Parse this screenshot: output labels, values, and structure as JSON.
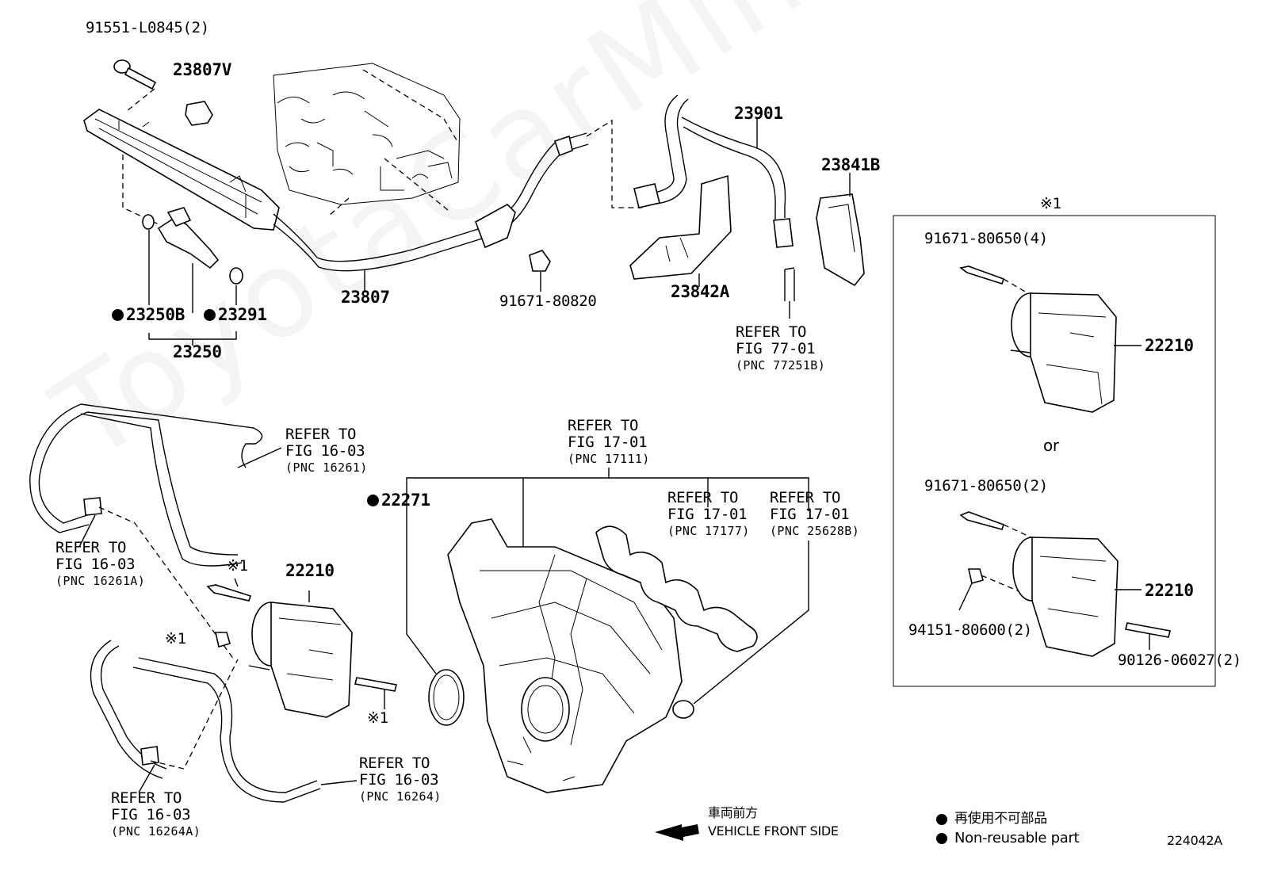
{
  "watermark": "ToyotaCarMine.ru",
  "labels": {
    "bolt_top": "91551-L0845(2)",
    "p23807V": "23807V",
    "p23901": "23901",
    "p23841B": "23841B",
    "p23842A": "23842A",
    "p23807": "23807",
    "bolt_rail": "91671-80820",
    "p23250B": "23250B",
    "p23291": "23291",
    "p23250": "23250",
    "p22271": "22271",
    "p22210_main": "22210",
    "p22210_box1": "22210",
    "p22210_box2": "22210",
    "box_bolt1": "91671-80650(4)",
    "box_bolt2": "91671-80650(2)",
    "box_nut": "94151-80600(2)",
    "box_stud": "90126-06027(2)",
    "or": "or",
    "note1_box": "※1",
    "note1_a": "※1",
    "note1_b": "※1",
    "note1_c": "※1",
    "diagram_id": "224042A"
  },
  "refs": {
    "r77": {
      "line1": "REFER TO",
      "line2": "FIG 77-01",
      "pnc": "(PNC 77251B)"
    },
    "r16261": {
      "line1": "REFER TO",
      "line2": "FIG 16-03",
      "pnc": "(PNC 16261)"
    },
    "r16261A": {
      "line1": "REFER TO",
      "line2": "FIG 16-03",
      "pnc": "(PNC 16261A)"
    },
    "r16264": {
      "line1": "REFER TO",
      "line2": "FIG 16-03",
      "pnc": "(PNC 16264)"
    },
    "r16264A": {
      "line1": "REFER TO",
      "line2": "FIG 16-03",
      "pnc": "(PNC 16264A)"
    },
    "r17111": {
      "line1": "REFER TO",
      "line2": "FIG 17-01",
      "pnc": "(PNC 17111)"
    },
    "r17177": {
      "line1": "REFER TO",
      "line2": "FIG 17-01",
      "pnc": "(PNC 17177)"
    },
    "r25628B": {
      "line1": "REFER TO",
      "line2": "FIG 17-01",
      "pnc": "(PNC 25628B)"
    }
  },
  "legend": {
    "front_jp": "車両前方",
    "front_en": "VEHICLE FRONT SIDE",
    "nonreuse_jp": "再使用不可部品",
    "nonreuse_en": "Non-reusable part"
  }
}
